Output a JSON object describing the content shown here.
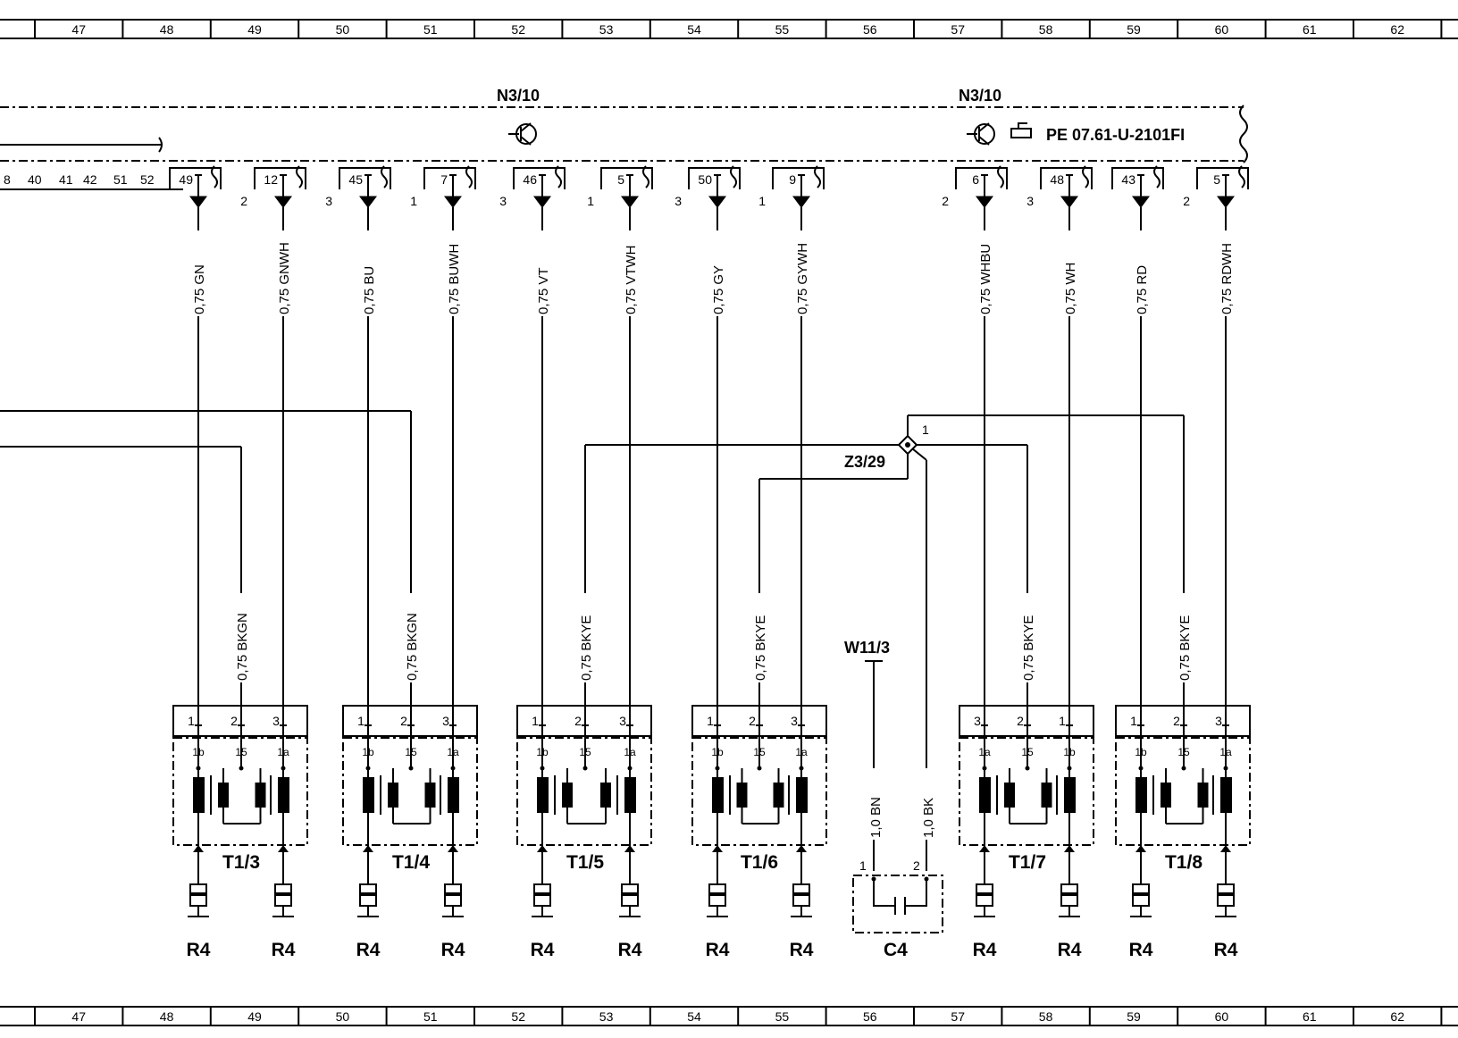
{
  "ruler": {
    "numbers": [
      "47",
      "48",
      "49",
      "50",
      "51",
      "52",
      "53",
      "54",
      "55",
      "56",
      "57",
      "58",
      "59",
      "60",
      "61",
      "62"
    ]
  },
  "ecu": {
    "label_left": "N3/10",
    "label_right": "N3/10",
    "reference": "PE 07.61-U-2101FI",
    "left_pins": [
      "8",
      "40",
      "41",
      "42",
      "51",
      "52"
    ]
  },
  "connectors": [
    {
      "pin": "49",
      "group": "",
      "wire": "0,75 GN"
    },
    {
      "pin": "12",
      "group": "2",
      "wire": "0,75 GNWH"
    },
    {
      "pin": "45",
      "group": "3",
      "wire": "0,75 BU"
    },
    {
      "pin": "7",
      "group": "1",
      "wire": "0,75 BUWH"
    },
    {
      "pin": "46",
      "group": "3",
      "wire": "0,75 VT"
    },
    {
      "pin": "5",
      "group": "1",
      "wire": "0,75 VTWH"
    },
    {
      "pin": "50",
      "group": "3",
      "wire": "0,75 GY"
    },
    {
      "pin": "9",
      "group": "1",
      "wire": "0,75 GYWH"
    },
    {
      "pin": "6",
      "group": "2",
      "wire": "0,75 WHBU"
    },
    {
      "pin": "48",
      "group": "3",
      "wire": "0,75 WH"
    },
    {
      "pin": "43",
      "group": "",
      "wire": "0,75 RD"
    },
    {
      "pin": "5",
      "group": "2",
      "wire": "0,75 RDWH"
    }
  ],
  "coils": [
    {
      "label": "T1/3",
      "wire": "0,75 BKGN",
      "pins": [
        "1",
        "2",
        "3"
      ],
      "terms": [
        "1b",
        "15",
        "1a"
      ]
    },
    {
      "label": "T1/4",
      "wire": "0,75 BKGN",
      "pins": [
        "1",
        "2",
        "3"
      ],
      "terms": [
        "1b",
        "15",
        "1a"
      ]
    },
    {
      "label": "T1/5",
      "wire": "0,75 BKYE",
      "pins": [
        "1",
        "2",
        "3"
      ],
      "terms": [
        "1b",
        "15",
        "1a"
      ]
    },
    {
      "label": "T1/6",
      "wire": "0,75 BKYE",
      "pins": [
        "1",
        "2",
        "3"
      ],
      "terms": [
        "1b",
        "15",
        "1a"
      ]
    },
    {
      "label": "T1/7",
      "wire": "0,75 BKYE",
      "pins": [
        "3",
        "2",
        "1"
      ],
      "terms": [
        "1a",
        "15",
        "1b"
      ]
    },
    {
      "label": "T1/8",
      "wire": "0,75 BKYE",
      "pins": [
        "1",
        "2",
        "3"
      ],
      "terms": [
        "1b",
        "15",
        "1a"
      ]
    }
  ],
  "plugs": [
    "R4",
    "R4",
    "R4",
    "R4",
    "R4",
    "R4",
    "R4",
    "R4",
    "R4",
    "R4",
    "R4",
    "R4"
  ],
  "splice": {
    "label": "Z3/29",
    "pin": "1"
  },
  "ground": {
    "label": "W11/3"
  },
  "capacitor": {
    "label": "C4",
    "pin1": "1",
    "pin2": "2",
    "wire1": "1,0 BN",
    "wire2": "1,0 BK"
  }
}
